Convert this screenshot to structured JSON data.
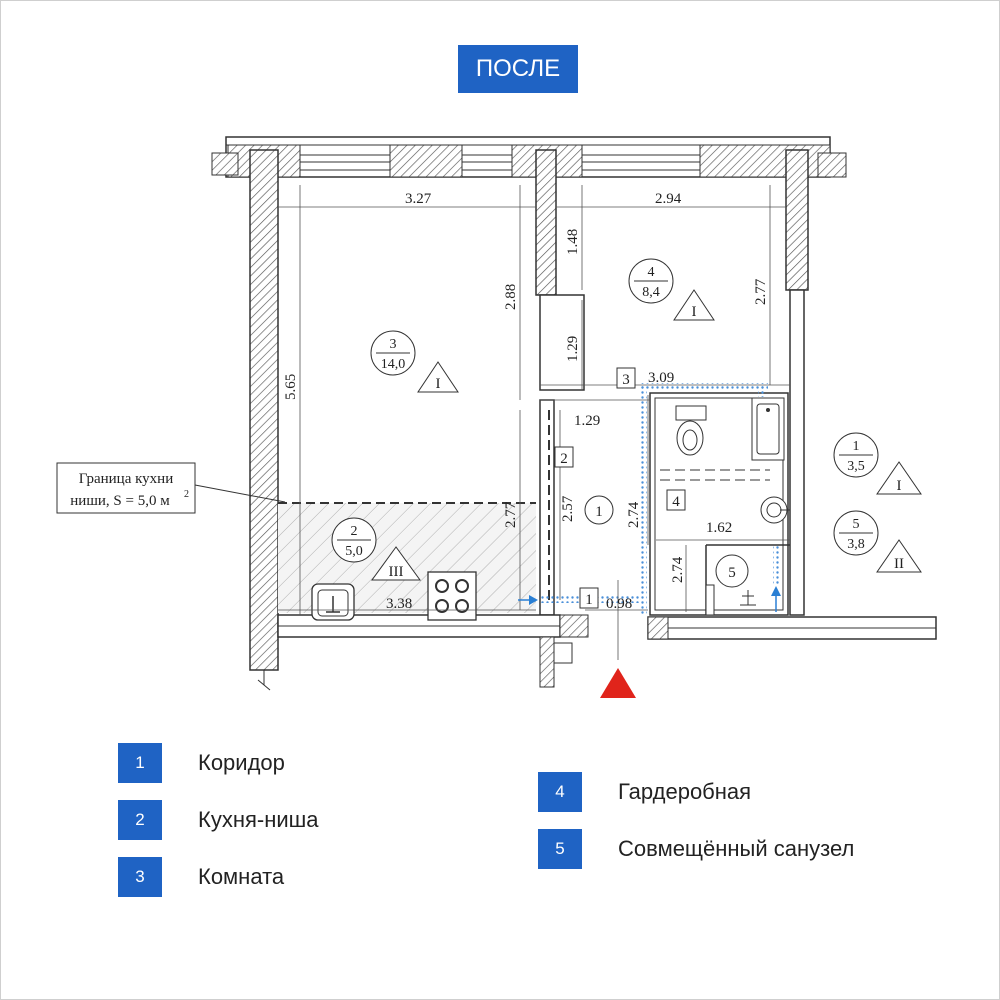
{
  "header": {
    "title": "ПОСЛЕ"
  },
  "dimensions": {
    "room3_width": "3.27",
    "room4_width": "2.94",
    "room3_length": "5.65",
    "partition_upper": "2.88",
    "room4_depth_a": "1.48",
    "room4_depth_b": "2.77",
    "wardrobe_height": "1.29",
    "passage_width": "1.29",
    "bath_block_width": "3.09",
    "corridor_len_a": "2.77",
    "corridor_len_b": "2.57",
    "wardrobe_len": "2.74",
    "bath_len": "2.74",
    "bath_width": "1.62",
    "kitchen_len": "3.38",
    "door_width": "0.98"
  },
  "rooms": [
    {
      "id": "3",
      "area": "14,0",
      "class": "I"
    },
    {
      "id": "4",
      "area": "8,4",
      "class": "I"
    },
    {
      "id": "2",
      "area": "5,0",
      "class": "III"
    },
    {
      "id": "1",
      "area": "3,5",
      "class": "I"
    },
    {
      "id": "5",
      "area": "3,8",
      "class": "II"
    }
  ],
  "room_markers": {
    "m1": "1",
    "m2": "2",
    "m3": "3",
    "m4": "4",
    "m5": "5",
    "m1b": "1"
  },
  "callout": {
    "line1": "Граница кухни",
    "line2": "ниши, S = 5,0 м",
    "sup": "2"
  },
  "legend": [
    {
      "num": "1",
      "label": "Коридор"
    },
    {
      "num": "2",
      "label": "Кухня-ниша"
    },
    {
      "num": "3",
      "label": "Комната"
    },
    {
      "num": "4",
      "label": "Гардеробная"
    },
    {
      "num": "5",
      "label": "Совмещённый санузел"
    }
  ],
  "colors": {
    "accent": "#1f63c4",
    "entrance": "#e0241b",
    "wall": "#3a3a3a",
    "hatch": "#9a9a9a"
  },
  "icons": [
    "toilet-icon",
    "bathtub-icon",
    "sink-icon",
    "stove-icon",
    "kitchen-sink-icon",
    "entrance-arrow-icon"
  ]
}
